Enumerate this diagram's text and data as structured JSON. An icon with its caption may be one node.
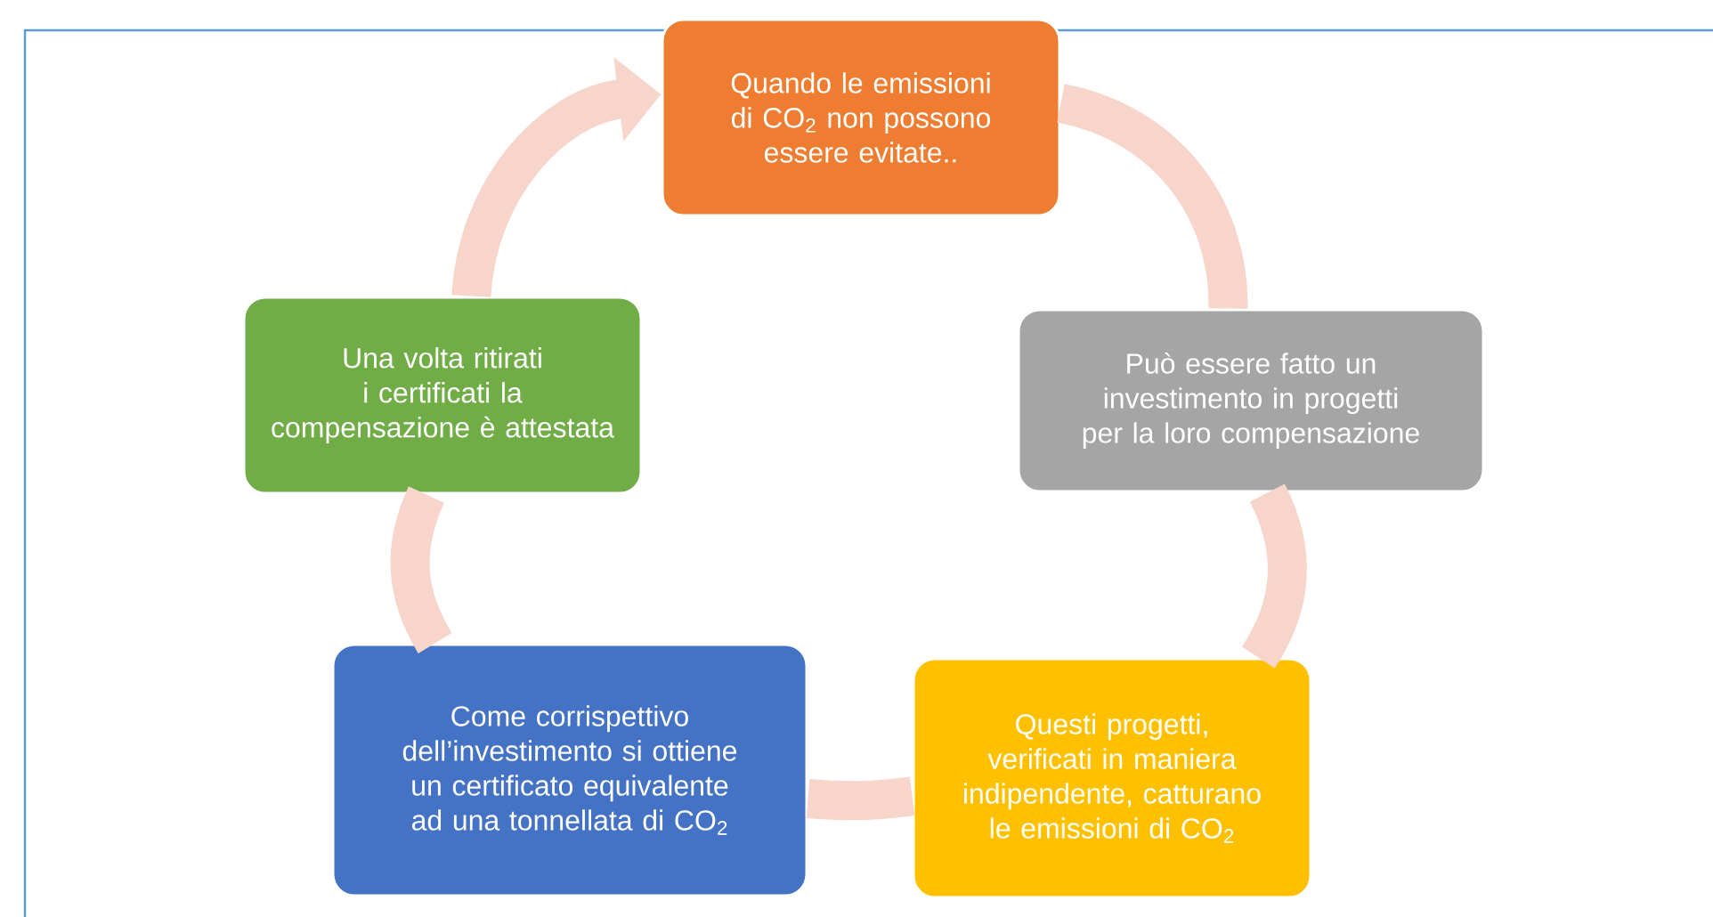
{
  "diagram": {
    "nodes": [
      {
        "text": [
          "Quando le emissioni di CO$_{2}$ non possono essere evitate.."
        ]
      },
      {
        "text": [
          "Può essere fatto un investimento in progetti per la loro compensazione"
        ]
      },
      {
        "text": [
          "Questi progetti, verificati in maniera indipendente, catturano le emissioni di CO$_{2}$"
        ]
      },
      {
        "text": [
          "Come corrispettivo dell’investimento si ottiene un certificato equivalente ad una tonnellata di CO$_{2}$"
        ]
      },
      {
        "text": [
          "Una volta ritirati i certificati la compensazione è attestata"
        ]
      }
    ],
    "edges": [
      {
        "from": 0,
        "to": 1,
        "arrow": "none"
      },
      {
        "from": 1,
        "to": 2,
        "arrow": "none"
      },
      {
        "from": 2,
        "to": 3,
        "arrow": "none"
      },
      {
        "from": 3,
        "to": 4,
        "arrow": "none"
      },
      {
        "from": 4,
        "to": 0,
        "arrow": "to"
      }
    ]
  }
}
